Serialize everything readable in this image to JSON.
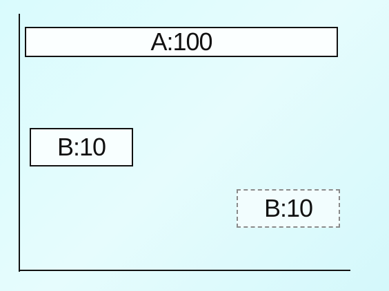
{
  "diagram": {
    "boxes": [
      {
        "label": "A:100",
        "style": "solid",
        "border_color": "#111111"
      },
      {
        "label": "B:10",
        "style": "solid",
        "border_color": "#111111"
      },
      {
        "label": "B:10",
        "style": "dashed",
        "border_color": "#8a8a8a"
      }
    ]
  },
  "colors": {
    "background": "#e2fbfd",
    "line": "#111111",
    "dashed_border": "#8a8a8a"
  }
}
